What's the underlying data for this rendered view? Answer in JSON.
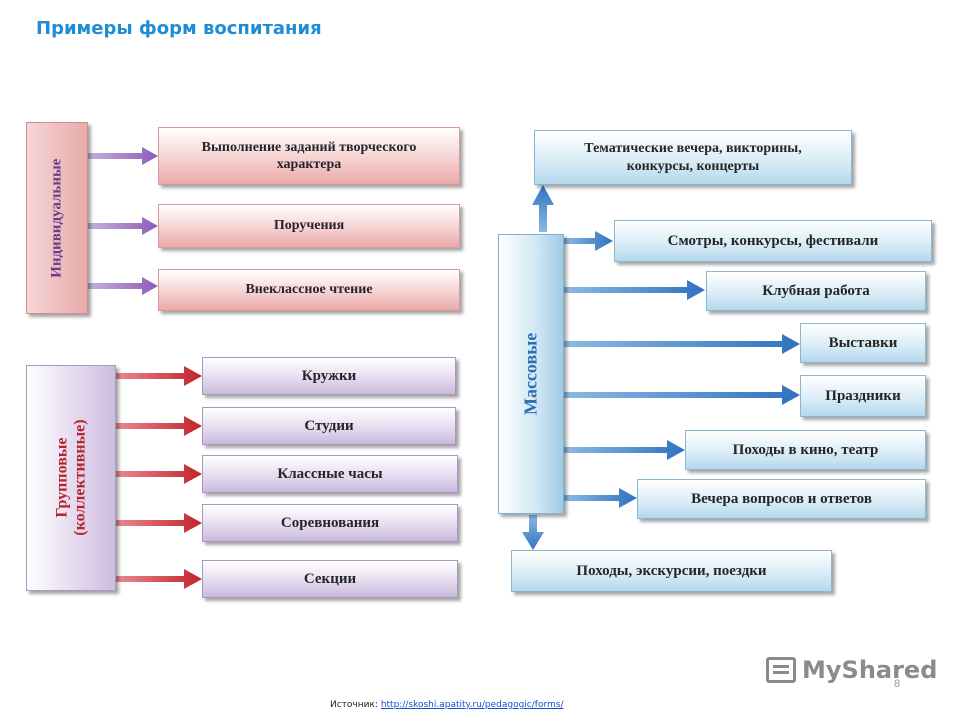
{
  "title": "Примеры форм воспитания",
  "individual": {
    "label": "Индивидуальные",
    "items": [
      "Выполнение заданий творческого характера",
      "Поручения",
      "Внеклассное чтение"
    ]
  },
  "group": {
    "label": "Групповые (коллективные)",
    "items": [
      "Кружки",
      "Студии",
      "Классные часы",
      "Соревнования",
      "Секции"
    ]
  },
  "mass": {
    "label": "Массовые",
    "top_item": "Тематические вечера, викторины, конкурсы, концерты",
    "items": [
      "Смотры, конкурсы, фестивали",
      "Клубная работа",
      "Выставки",
      "Праздники",
      "Походы в кино, театр",
      "Вечера вопросов и ответов"
    ],
    "bottom_item": "Походы, экскурсии, поездки"
  },
  "footer": {
    "source_label": "Источник:",
    "source_link": "http://skoshi.apatity.ru/pedagogic/forms/",
    "page_number": "8",
    "logo_text": "MyShared"
  },
  "colors": {
    "title": "#1f8dd6",
    "arrow_individual": "#9b6cc0",
    "arrow_group": "#c8323a",
    "arrow_mass": "#3c7fc6"
  }
}
